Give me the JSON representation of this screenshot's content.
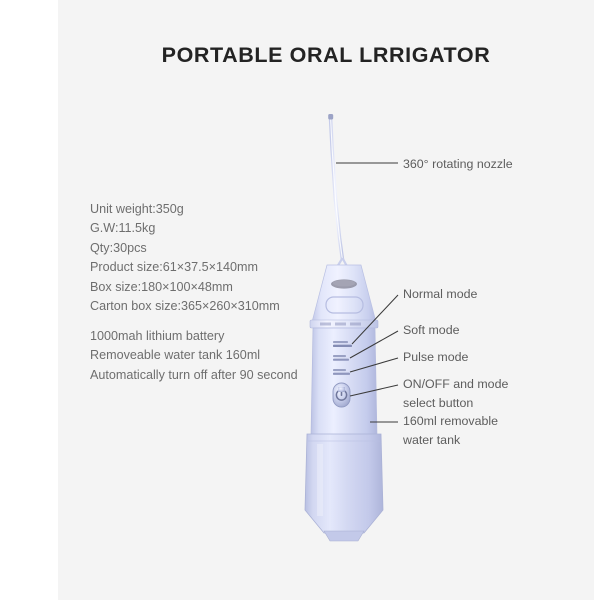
{
  "page": {
    "title": "PORTABLE ORAL LRRIGATOR",
    "background_color": "#f4f4f4",
    "outer_color": "#ffffff",
    "title_color": "#232323",
    "text_color": "#6e6e6e",
    "leader_line_color": "#3a3a3a"
  },
  "specs": {
    "block1": [
      "Unit weight:350g",
      "G.W:11.5kg",
      "Qty:30pcs",
      "Product size:61×37.5×140mm",
      "Box size:180×100×48mm",
      "Carton box size:365×260×310mm"
    ],
    "block2": [
      "1000mah lithium battery",
      "Removeable water tank 160ml",
      "Automatically turn off after 90 second"
    ]
  },
  "callouts": {
    "nozzle": "360° rotating nozzle",
    "normal_mode": "Normal mode",
    "soft_mode": "Soft mode",
    "pulse_mode": "Pulse mode",
    "power_button": "ON/OFF and mode select button",
    "water_tank": "160ml removable water tank"
  },
  "device": {
    "body_color": "#ccd2ee",
    "body_highlight": "#eaedfa",
    "body_shadow": "#b4bbe0",
    "cap_color": "#d8dcf2",
    "slot_color": "#8d8d9d",
    "button_color": "#b9c0e2",
    "nozzle_color": "#dadff5",
    "mode_indicator_color": "#9fa6c8"
  }
}
